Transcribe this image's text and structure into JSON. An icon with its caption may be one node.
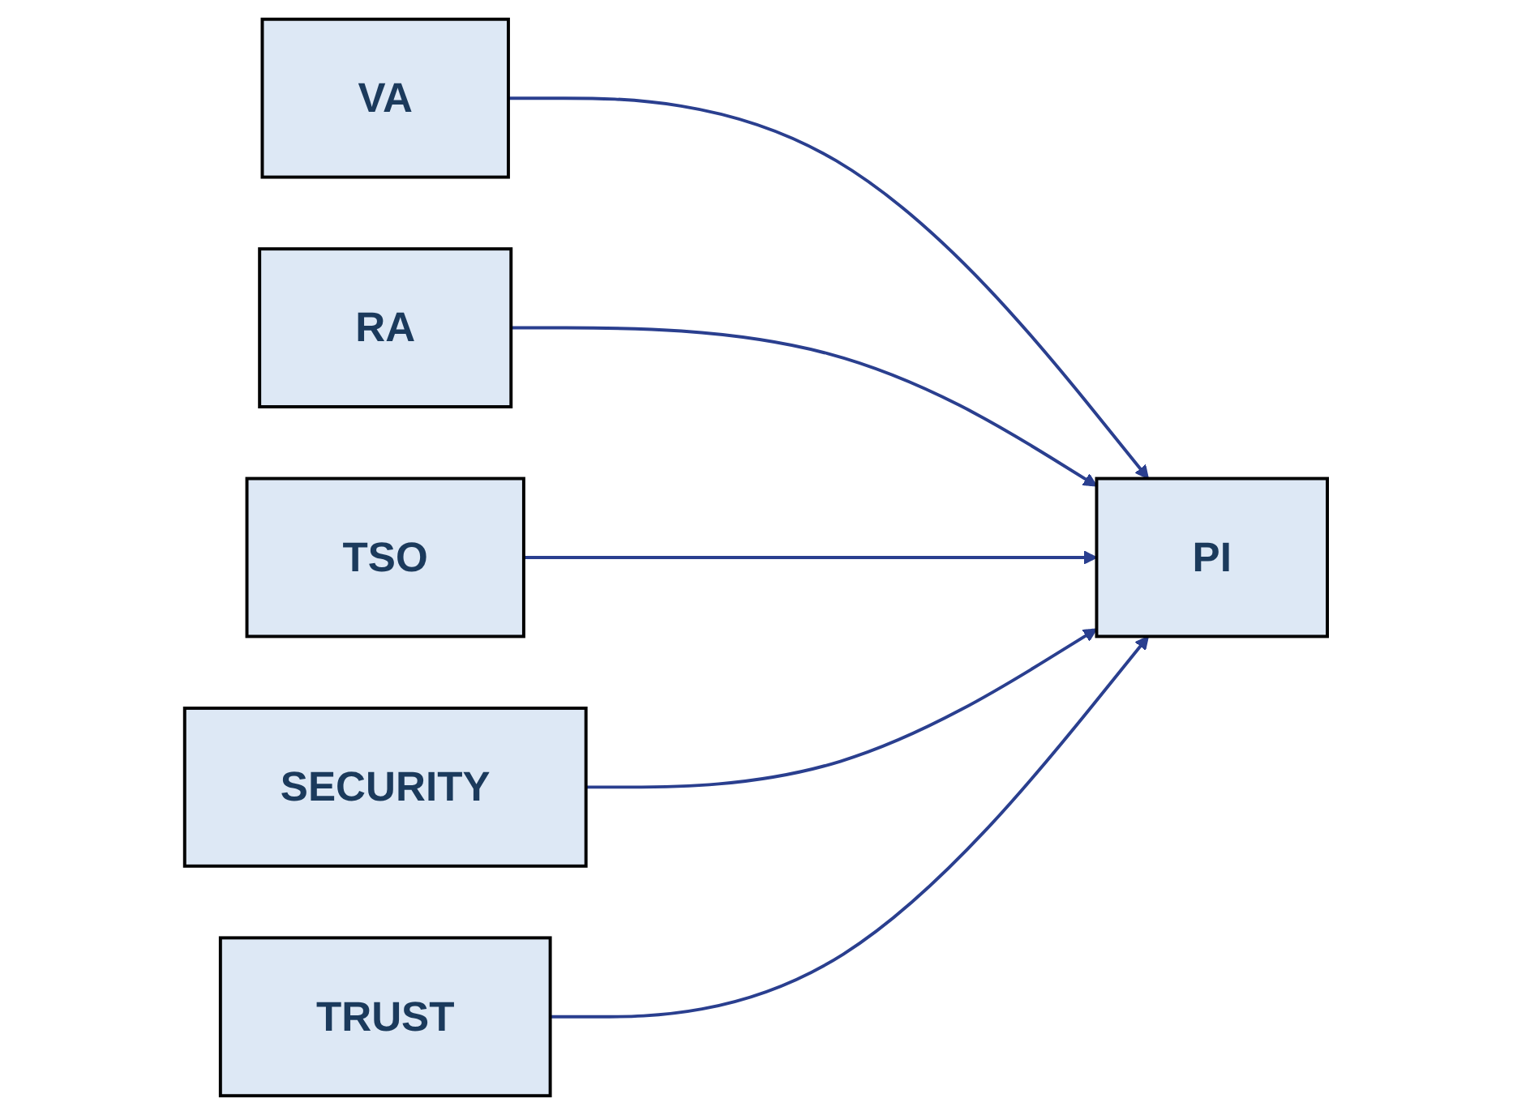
{
  "diagram": {
    "nodes": [
      {
        "text": [
          "VA"
        ]
      },
      {
        "text": [
          "RA"
        ]
      },
      {
        "text": [
          "TSO"
        ]
      },
      {
        "text": [
          "SECURITY"
        ]
      },
      {
        "text": [
          "TRUST"
        ]
      },
      {
        "text": [
          "PI"
        ]
      }
    ],
    "edges": [
      {
        "from": 0,
        "to": 5,
        "arrow": "to"
      },
      {
        "from": 1,
        "to": 5,
        "arrow": "to"
      },
      {
        "from": 2,
        "to": 5,
        "arrow": "to"
      },
      {
        "from": 3,
        "to": 5,
        "arrow": "to"
      },
      {
        "from": 4,
        "to": 5,
        "arrow": "to"
      }
    ]
  }
}
